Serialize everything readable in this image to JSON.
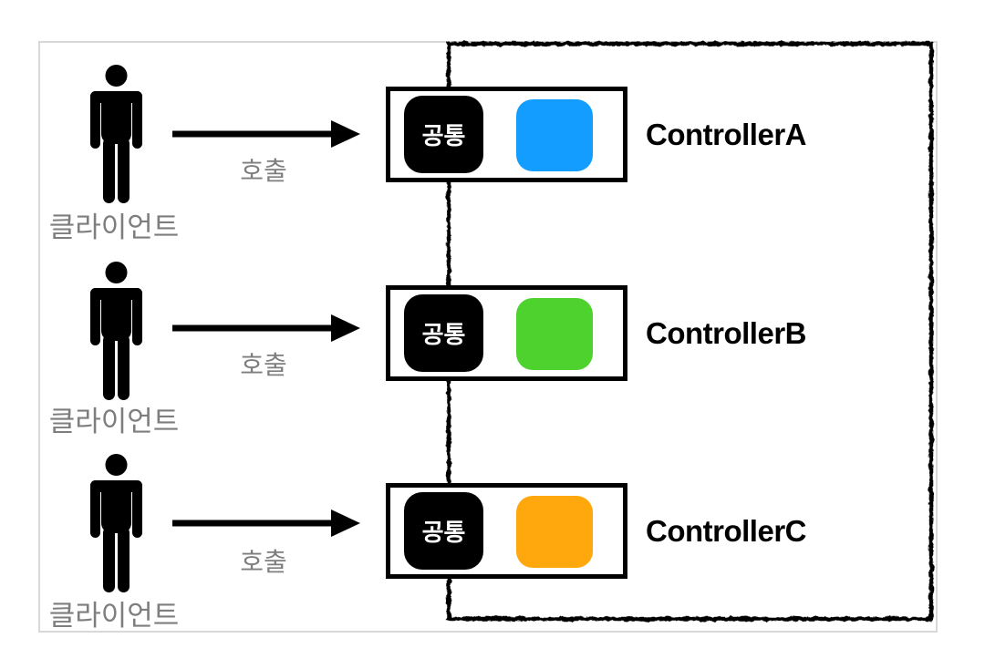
{
  "diagram": {
    "rows": [
      {
        "client_label": "클라이언트",
        "call_label": "호출",
        "controller_name": "ControllerA",
        "common_chip_label": "공통",
        "feature_chip_color": "#129DFF"
      },
      {
        "client_label": "클라이언트",
        "call_label": "호출",
        "controller_name": "ControllerB",
        "common_chip_label": "공통",
        "feature_chip_color": "#4ED22E"
      },
      {
        "client_label": "클라이언트",
        "call_label": "호출",
        "controller_name": "ControllerC",
        "common_chip_label": "공통",
        "feature_chip_color": "#FFA80D"
      }
    ],
    "colors": {
      "chip_black": "#000000",
      "label_gray": "#7e7e7e",
      "canvas_border_gray": "#d8d8d8",
      "line_black": "#000000"
    }
  }
}
